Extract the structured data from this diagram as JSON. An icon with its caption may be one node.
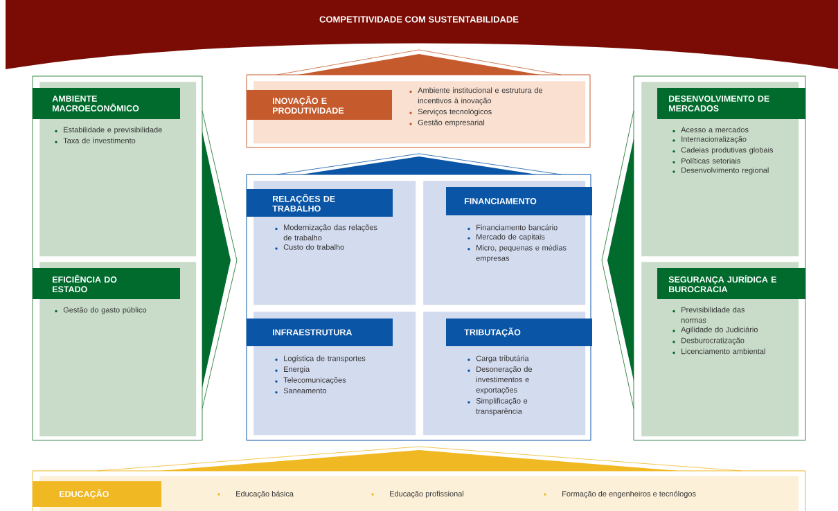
{
  "diagram": {
    "title": "COMPETITIVIDADE COM SUSTENTABILIDADE",
    "nodes": [
      {
        "text": [
          "INOVAÇÃO E PRODUTIVIDADE",
          "Ambiente institucional e estrutura de incentivos à inovação",
          "Serviços tecnológicos",
          "Gestão empresarial"
        ]
      },
      {
        "text": [
          "AMBIENTE MACROECONÔMICO",
          "Estabilidade e previsibilidade",
          "Taxa de investimento"
        ]
      },
      {
        "text": [
          "EFICIÊNCIA DO ESTADO",
          "Gestão do gasto público"
        ]
      },
      {
        "text": [
          "RELAÇÕES DE TRABALHO",
          "Modernização das relações de trabalho",
          "Custo do trabalho"
        ]
      },
      {
        "text": [
          "FINANCIAMENTO",
          "Financiamento bancário",
          "Mercado de capitais",
          "Micro, pequenas e médias empresas"
        ]
      },
      {
        "text": [
          "INFRAESTRUTURA",
          "Logística de transportes",
          "Energia",
          "Telecomunicações",
          "Saneamento"
        ]
      },
      {
        "text": [
          "TRIBUTAÇÃO",
          "Carga tributária",
          "Desoneração de investimentos e exportações",
          "Simplificação e transparência"
        ]
      },
      {
        "text": [
          "DESENVOLVIMENTO DE MERCADOS",
          "Acesso a mercados",
          "Internacionalização",
          "Cadeias produtivas globais",
          "Políticas setoriais",
          "Desenvolvimento regional"
        ]
      },
      {
        "text": [
          "SEGURANÇA JURÍDICA E BUROCRACIA",
          "Previsibilidade das normas",
          "Agilidade do Judiciário",
          "Desburocratização",
          "Licenciamento ambiental"
        ]
      },
      {
        "text": [
          "EDUCAÇÃO",
          "Educação básica",
          "Educação profissional",
          "Formação de engenheiros e tecnólogos"
        ]
      }
    ]
  }
}
